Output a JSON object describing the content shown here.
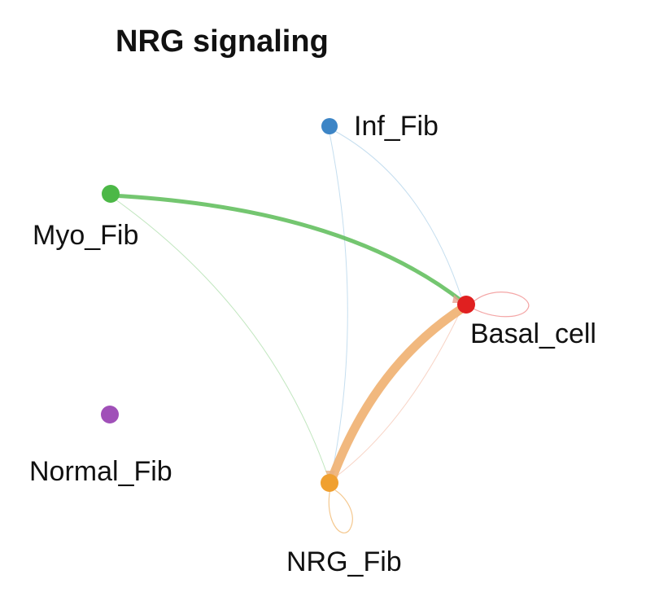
{
  "title": "NRG signaling",
  "nodes": [
    {
      "id": "inf_fib",
      "label": "Inf_Fib",
      "color": "#3d85c6"
    },
    {
      "id": "myo_fib",
      "label": "Myo_Fib",
      "color": "#4cb847"
    },
    {
      "id": "basal_cell",
      "label": "Basal_cell",
      "color": "#e02020"
    },
    {
      "id": "normal_fib",
      "label": "Normal_Fib",
      "color": "#a050b8"
    },
    {
      "id": "nrg_fib",
      "label": "NRG_Fib",
      "color": "#f0a030"
    }
  ],
  "edges": [
    {
      "source": "myo_fib",
      "target": "basal_cell",
      "weight": "strong",
      "color": "#4cb847"
    },
    {
      "source": "nrg_fib",
      "target": "basal_cell",
      "weight": "strongest",
      "color": "#f0a030"
    },
    {
      "source": "inf_fib",
      "target": "basal_cell",
      "weight": "weak",
      "color": "#3d85c6"
    },
    {
      "source": "inf_fib",
      "target": "nrg_fib",
      "weight": "weak",
      "color": "#3d85c6"
    },
    {
      "source": "myo_fib",
      "target": "nrg_fib",
      "weight": "weak",
      "color": "#4cb847"
    },
    {
      "source": "basal_cell",
      "target": "nrg_fib",
      "weight": "weak",
      "color": "#e02020"
    },
    {
      "source": "basal_cell",
      "target": "basal_cell",
      "weight": "weak",
      "color": "#e02020"
    },
    {
      "source": "nrg_fib",
      "target": "nrg_fib",
      "weight": "weak",
      "color": "#f0a030"
    }
  ]
}
